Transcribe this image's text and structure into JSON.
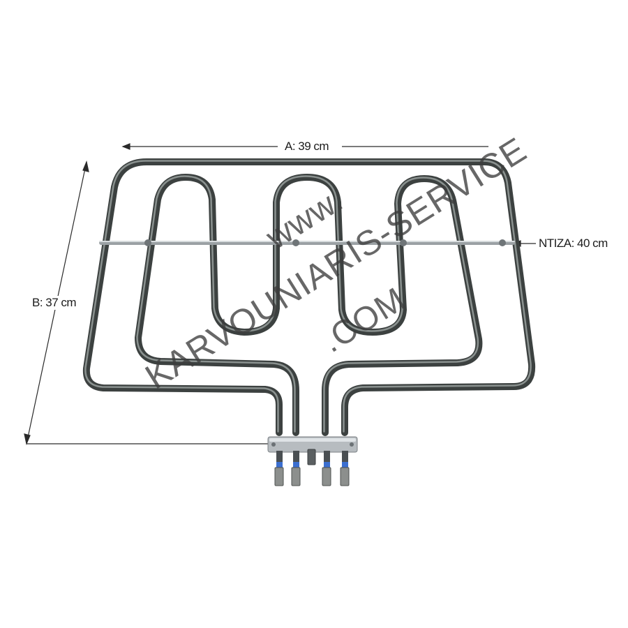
{
  "dimensions": {
    "width_label": "A: 39 cm",
    "height_label": "B: 37 cm",
    "depth_label": "NTIZA: 40 cm"
  },
  "watermark": {
    "line1": "www.",
    "line2": "KARVOUNIARIS-SERVICE",
    "line3": ".COM"
  },
  "colors": {
    "element_tube": "#3c4140",
    "element_highlight": "#8a918f",
    "bracket_metal": "#b7bcc0",
    "terminal_insulator": "#3b6fd0",
    "dimension_line": "#2a2a2a"
  }
}
